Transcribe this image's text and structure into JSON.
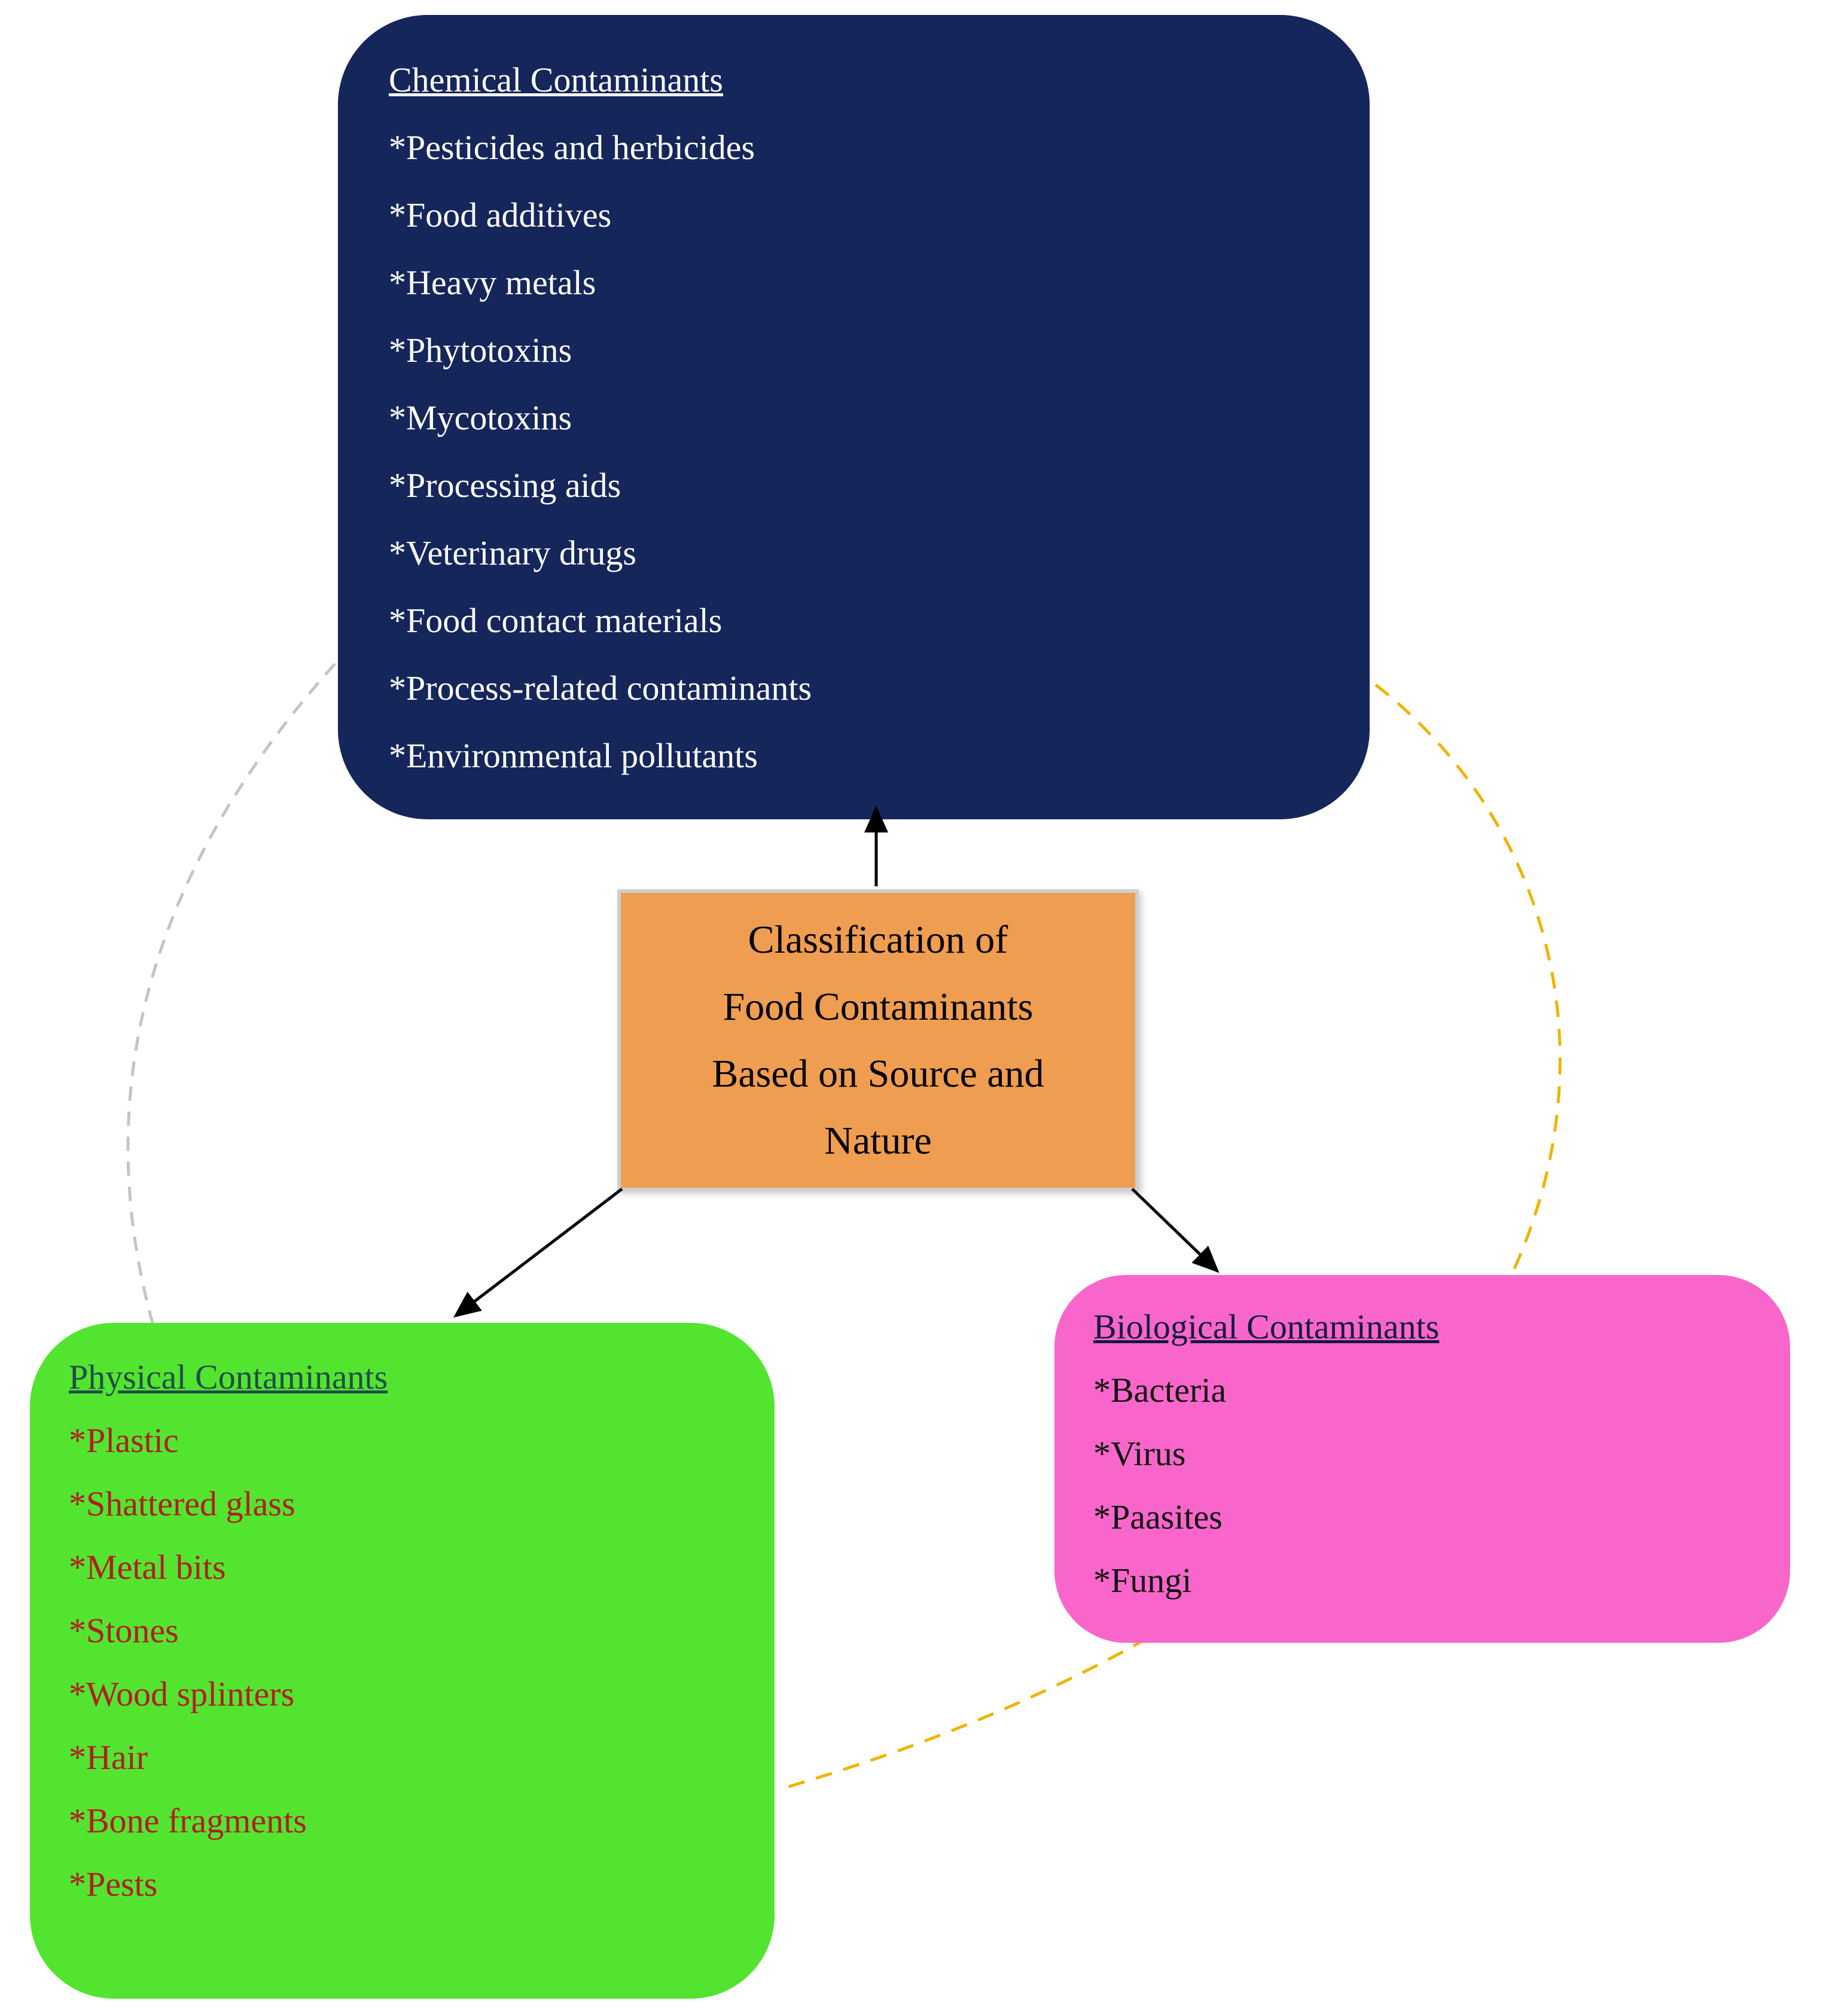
{
  "diagram_title": "Classification of Food Contaminants Based on Source and Nature",
  "center": {
    "lines": [
      "Classification of",
      "Food Contaminants",
      "Based on Source and",
      "Nature"
    ]
  },
  "chemical": {
    "heading": "Chemical Contaminants",
    "items": [
      "*Pesticides and herbicides",
      "*Food additives",
      "*Heavy metals",
      "*Phytotoxins",
      "*Mycotoxins",
      "*Processing aids",
      "*Veterinary drugs",
      "*Food contact materials",
      "*Process-related contaminants",
      "*Environmental pollutants"
    ]
  },
  "physical": {
    "heading": "Physical Contaminants",
    "items": [
      "*Plastic",
      "*Shattered glass",
      "*Metal bits",
      "*Stones",
      "*Wood splinters",
      "*Hair",
      "*Bone fragments",
      "*Pests"
    ]
  },
  "biological": {
    "heading": "Biological Contaminants",
    "items": [
      "*Bacteria",
      "*Virus",
      "*Paasites",
      "*Fungi"
    ]
  },
  "colors": {
    "chemical_box": "#15265B",
    "chemical_text": "#FFFFFF",
    "center_box": "#EF9D50",
    "center_border": "#CFCFCF",
    "physical_box": "#53E42F",
    "physical_heading": "#1F4E49",
    "physical_items": "#B01E1E",
    "biological_box": "#F966CB",
    "biological_heading": "#16163F",
    "biological_items": "#101010",
    "arc_left_dashed": "#C4C4C4",
    "arc_right_dashed": "#F0B400",
    "arrow": "#000000"
  }
}
